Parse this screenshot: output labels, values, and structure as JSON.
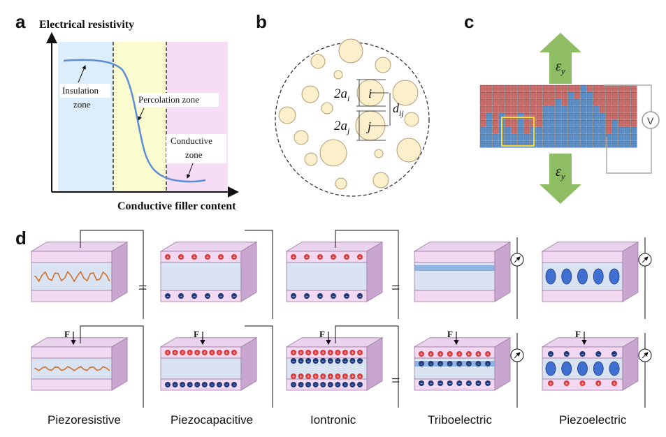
{
  "panels": {
    "a": {
      "letter": "a",
      "ylabel": "Electrical resistivity",
      "xlabel": "Conductive filler content",
      "zones": {
        "insulation_line1": "Insulation",
        "insulation_line2": "zone",
        "percolation": "Percolation zone",
        "conductive_line1": "Conductive",
        "conductive_line2": "zone"
      },
      "colors": {
        "insulation": "#dbeefa",
        "percolation": "#fbfbd0",
        "conductive": "#f6dcf4",
        "curve": "#5b8ed6"
      }
    },
    "b": {
      "letter": "b",
      "labels": {
        "ai": "2a",
        "ai_sub": "i",
        "aj": "2a",
        "aj_sub": "j",
        "i": "i",
        "j": "j",
        "d": "d",
        "d_sub": "ij"
      },
      "particle_color": "#fbefcc"
    },
    "c": {
      "letter": "c",
      "strain_symbol": "ε",
      "strain_sub": "y",
      "meter": "V",
      "colors": {
        "top": "#c86a68",
        "bottom": "#5b8ec6",
        "arrow": "#8ebd63",
        "highlight": "#f2d83a"
      }
    },
    "d": {
      "letter": "d",
      "mechanisms": [
        "Piezoresistive",
        "Piezocapacitive",
        "Iontronic",
        "Triboelectric",
        "Piezoelectric"
      ],
      "force_label": "F",
      "equals": "="
    }
  }
}
